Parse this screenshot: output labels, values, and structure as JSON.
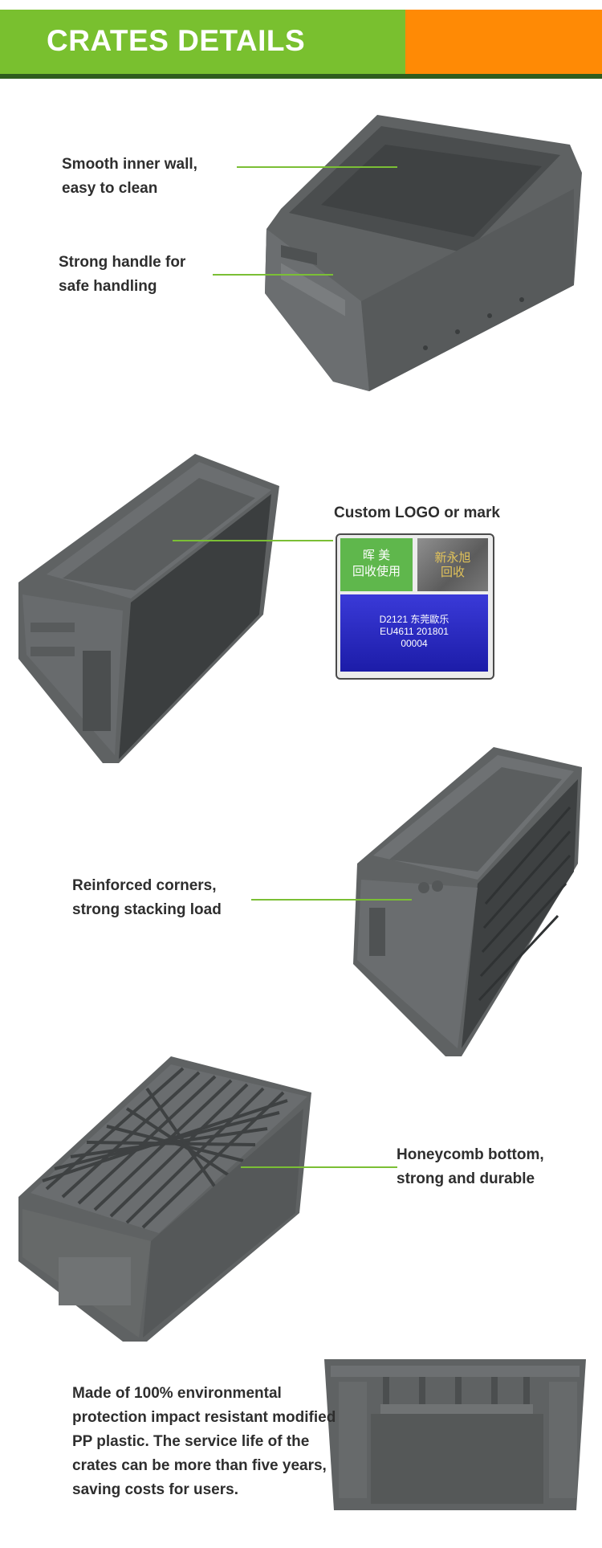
{
  "header": {
    "title": "CRATES DETAILS",
    "colors": {
      "green": "#79c02f",
      "orange": "#ff8a05",
      "dark_line": "#2f5d1d"
    }
  },
  "features": {
    "inner_wall": [
      "Smooth inner wall,",
      "easy to clean"
    ],
    "handle": [
      "Strong handle for",
      "safe handling"
    ],
    "logo": "Custom LOGO or mark",
    "corners": [
      "Reinforced corners,",
      "strong stacking load"
    ],
    "bottom": [
      "Honeycomb bottom,",
      "strong and durable"
    ]
  },
  "logo_samples": {
    "green_line1": "晖 美",
    "green_line2": "回收使用",
    "gold_line1": "新永旭",
    "gold_line2": "回收",
    "blue_line1": "D2121 东莞歐乐",
    "blue_line2": "EU4611   201801",
    "blue_line3": "00004"
  },
  "description": "Made of 100% environmental protection impact resistant modified PP plastic. The service life of the crates can be more than five years, saving costs for users."
}
